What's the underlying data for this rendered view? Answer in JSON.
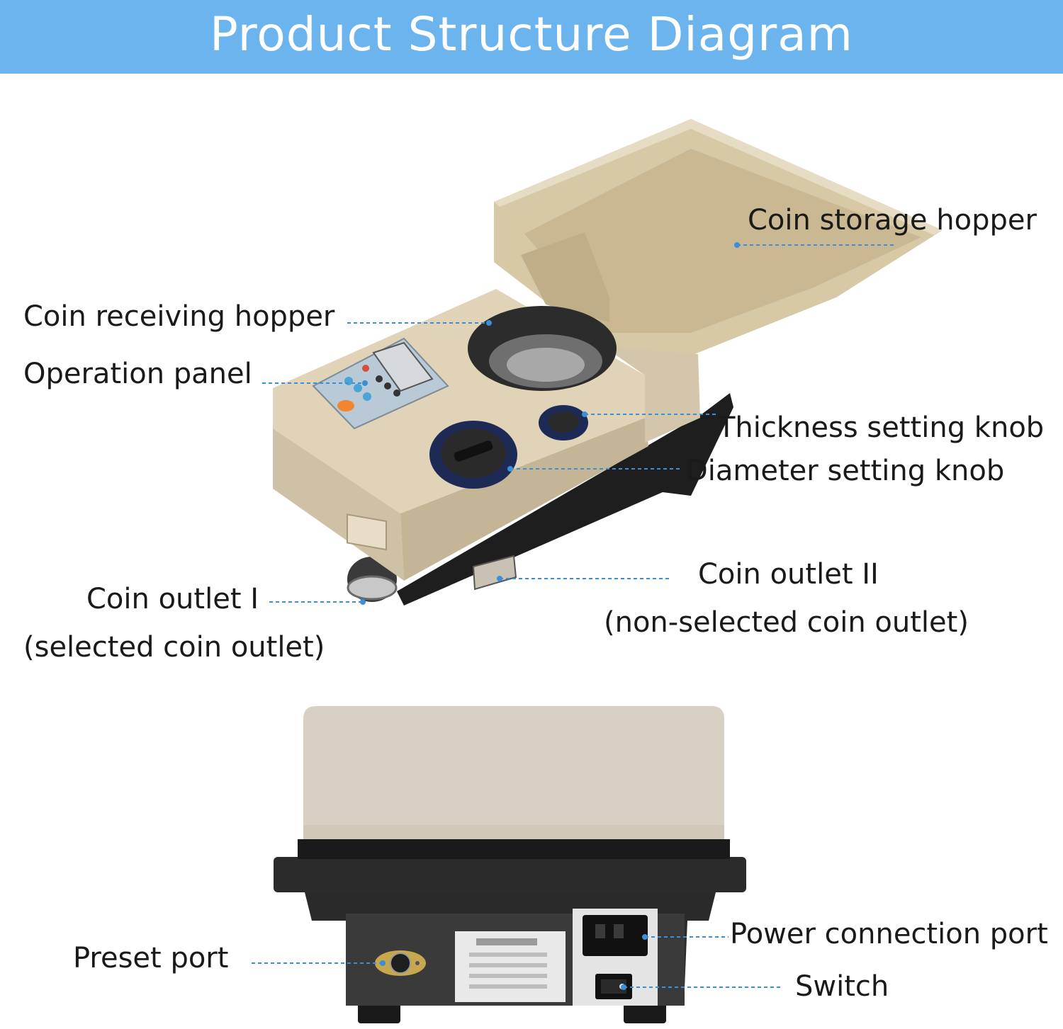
{
  "title": "Product Structure Diagram",
  "colors": {
    "banner": "#6cb4ee",
    "leader_line": "#3b8fd6",
    "machine_body": "#d9cbb0",
    "machine_base": "#1e1e1e"
  },
  "top_view": {
    "labels": {
      "coin_storage_hopper": "Coin storage hopper",
      "coin_receiving_hopper": "Coin receiving hopper",
      "operation_panel": "Operation panel",
      "thickness_setting_knob": "Thickness setting knob",
      "diameter_setting_knob": "Diameter setting knob",
      "coin_outlet_1": "Coin outlet I",
      "coin_outlet_1_note": "(selected coin outlet)",
      "coin_outlet_2": "Coin outlet II",
      "coin_outlet_2_note": "(non-selected coin outlet)"
    }
  },
  "rear_view": {
    "labels": {
      "preset_port": "Preset port",
      "power_connection_port": "Power connection port",
      "switch": "Switch"
    }
  }
}
